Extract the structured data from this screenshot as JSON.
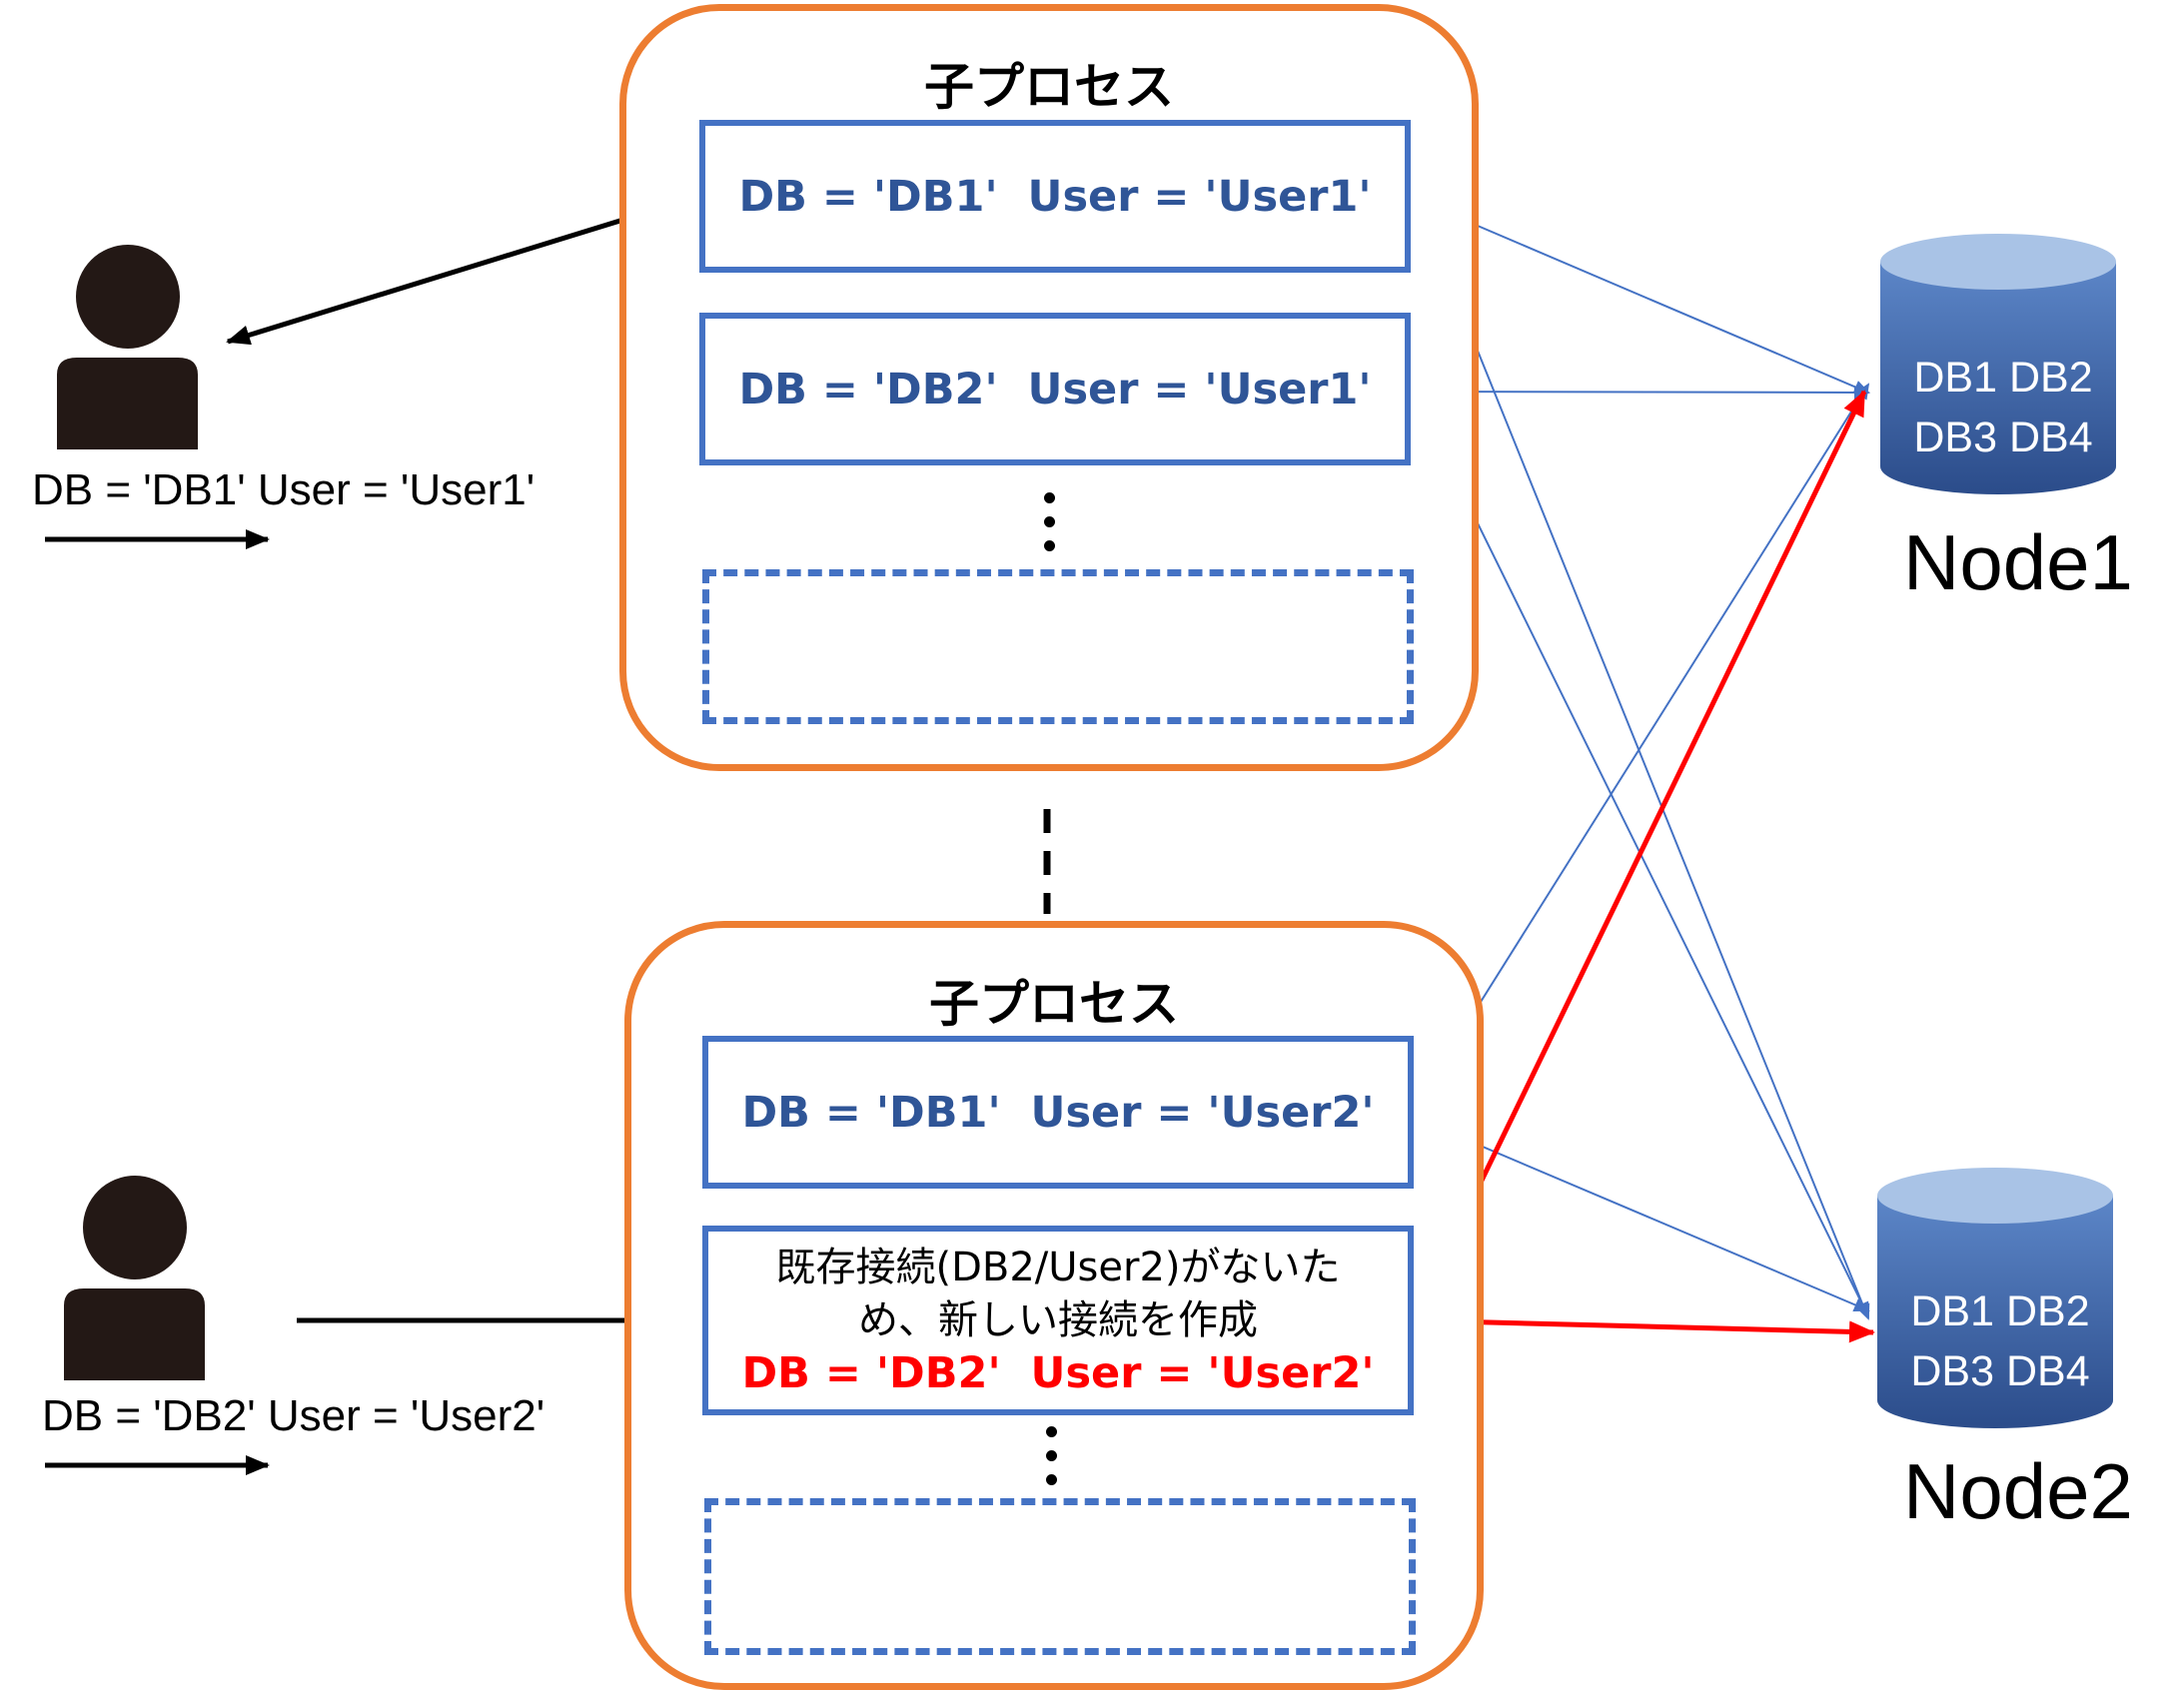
{
  "process_title": "子プロセス",
  "process_1": {
    "connections": [
      "DB = 'DB1'  User = 'User1'",
      "DB = 'DB2'  User = 'User1'"
    ]
  },
  "process_2": {
    "connections": [
      "DB = 'DB1'  User = 'User2'"
    ],
    "new_connection": {
      "note_line1": "既存接続(DB2/User2)がないた",
      "note_line2": "め、新しい接続を作成",
      "label": "DB = 'DB2'  User = 'User2'"
    }
  },
  "users": [
    {
      "request": "DB = 'DB1' User = 'User1'"
    },
    {
      "request": "DB = 'DB2' User = 'User2'"
    }
  ],
  "nodes": [
    {
      "name": "Node1",
      "dbs_line1": "DB1 DB2",
      "dbs_line2": "DB3 DB4"
    },
    {
      "name": "Node2",
      "dbs_line1": "DB1 DB2",
      "dbs_line2": "DB3 DB4"
    }
  ],
  "colors": {
    "process_border": "#ED7D31",
    "connection_border": "#4472C4",
    "connection_text": "#2F5597",
    "new_connection": "#FF0000",
    "link_line": "#4472C4"
  },
  "icons": [
    "user-icon",
    "database-icon"
  ]
}
